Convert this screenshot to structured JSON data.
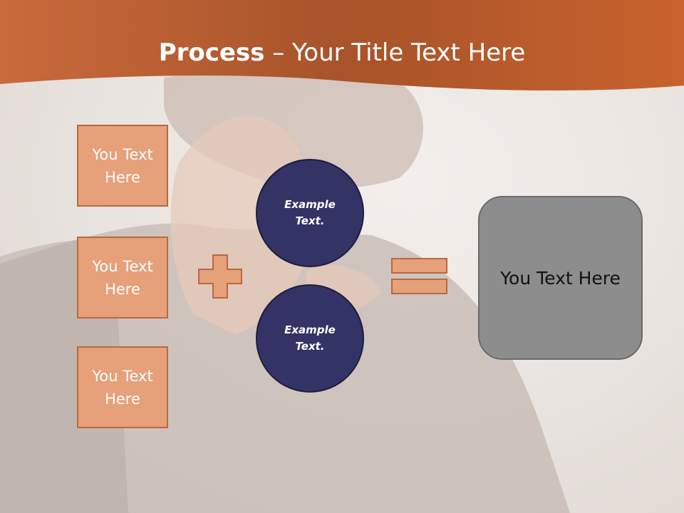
{
  "title": {
    "bold": "Process",
    "rest": " – Your Title Text Here"
  },
  "input_boxes": [
    {
      "label": "You Text Here"
    },
    {
      "label": "You Text Here"
    },
    {
      "label": "You Text Here"
    }
  ],
  "circles": [
    {
      "label": "Example Text."
    },
    {
      "label": "Example Text."
    }
  ],
  "result_box": {
    "label": "You Text Here"
  },
  "symbols": {
    "plus": "plus-icon",
    "equals": "equals-icon"
  },
  "colors": {
    "title_band": "#c8622c",
    "box_fill": "#e6a07a",
    "box_border": "#b9693f",
    "circle_fill": "#333366",
    "result_fill": "#8d8d8d"
  }
}
